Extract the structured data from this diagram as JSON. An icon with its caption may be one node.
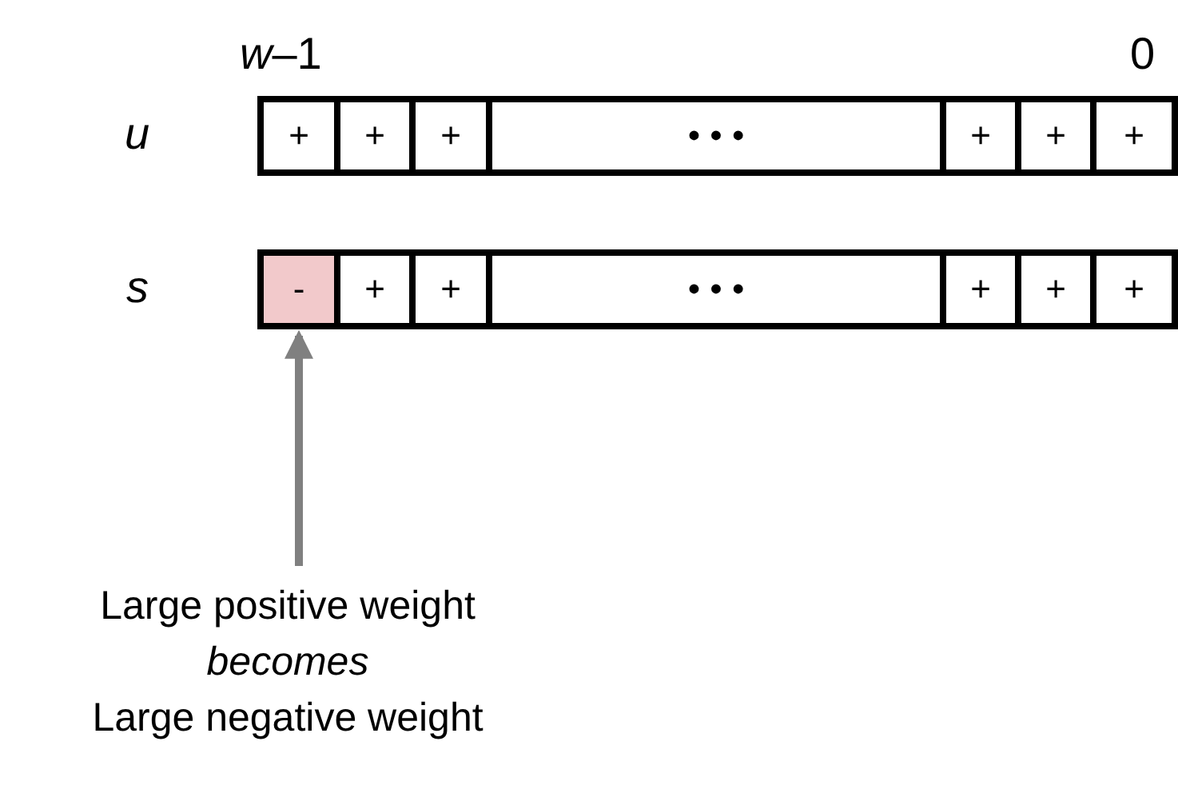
{
  "diagram": {
    "nodes": [
      {
        "text": [
          "+"
        ]
      },
      {
        "text": [
          "+"
        ]
      },
      {
        "text": [
          "+"
        ]
      },
      {
        "text": [
          "• • •"
        ]
      },
      {
        "text": [
          "+"
        ]
      },
      {
        "text": [
          "+"
        ]
      },
      {
        "text": [
          "+"
        ]
      },
      {
        "text": [
          "-"
        ]
      },
      {
        "text": [
          "+"
        ]
      },
      {
        "text": [
          "+"
        ]
      },
      {
        "text": [
          "• • •"
        ]
      },
      {
        "text": [
          "+"
        ]
      },
      {
        "text": [
          "+"
        ]
      },
      {
        "text": [
          "+"
        ]
      },
      {
        "text": [
          "Large positive weight *becomes* Large negative weight"
        ]
      }
    ],
    "edges": [
      {
        "from": 14,
        "to": 7,
        "arrow": "to",
        "color": "#808080"
      }
    ],
    "labels": [
      "*w*–1",
      "0",
      "u",
      "s"
    ]
  }
}
